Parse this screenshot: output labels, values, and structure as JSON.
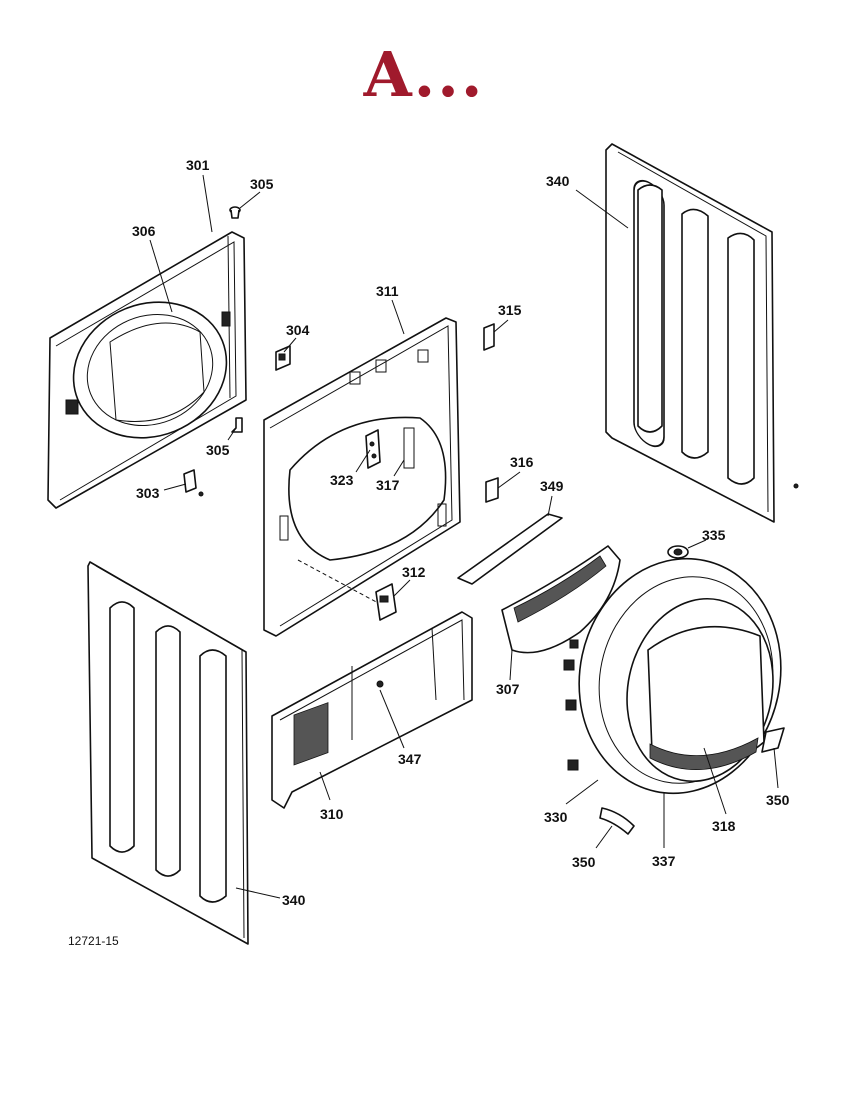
{
  "title": "A...",
  "drawing_code": "12721-15",
  "labels": {
    "301": "301",
    "305a": "305",
    "306": "306",
    "305b": "305",
    "303": "303",
    "304": "304",
    "311": "311",
    "315": "315",
    "323": "323",
    "317": "317",
    "316": "316",
    "349": "349",
    "312": "312",
    "340a": "340",
    "340b": "340",
    "335": "335",
    "307": "307",
    "310": "310",
    "347": "347",
    "330": "330",
    "318": "318",
    "350a": "350",
    "350b": "350",
    "337": "337"
  },
  "colors": {
    "title": "#a01a2c",
    "ink": "#111111",
    "background": "#ffffff"
  }
}
